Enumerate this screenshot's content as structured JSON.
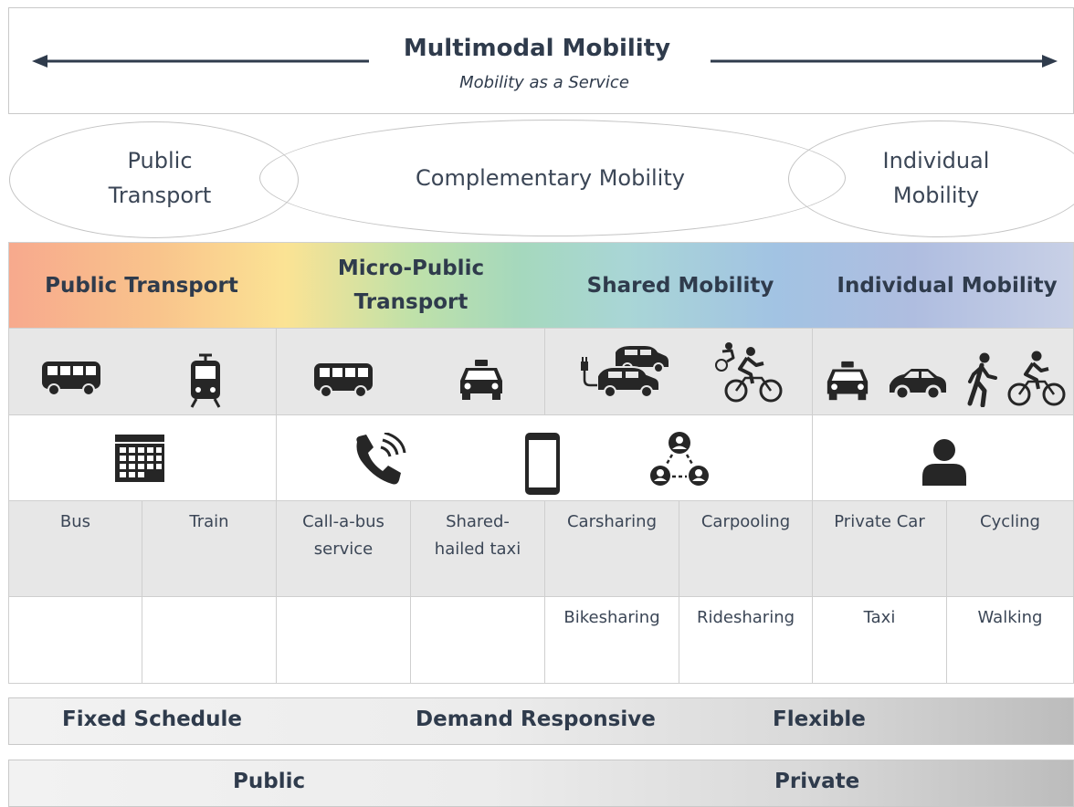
{
  "banner": {
    "title": "Multimodal Mobility",
    "subtitle": "Mobility as a Service"
  },
  "ellipses": {
    "public_transport": [
      "Public",
      "Transport"
    ],
    "complementary": "Complementary Mobility",
    "individual": [
      "Individual",
      "Mobility"
    ]
  },
  "categories": {
    "public_transport": "Public Transport",
    "micro_public": [
      "Micro-Public",
      "Transport"
    ],
    "shared": "Shared Mobility",
    "individual": "Individual Mobility"
  },
  "icons": {
    "row1": [
      "bus-icon",
      "tram-icon",
      "bus-icon",
      "taxi-icon",
      "electric-carsharing-icon",
      "bikesharing-icon",
      "taxi-icon",
      "car-icon",
      "walking-icon",
      "cycling-icon"
    ],
    "row2": [
      "calendar-icon",
      "phone-call-icon",
      "smartphone-icon",
      "network-people-icon",
      "person-icon"
    ]
  },
  "modes": {
    "row1": [
      [
        "Bus"
      ],
      [
        "Train"
      ],
      [
        "Call-a-bus",
        "service"
      ],
      [
        "Shared-",
        "hailed taxi"
      ],
      [
        "Carsharing"
      ],
      [
        "Carpooling"
      ],
      [
        "Private Car"
      ],
      [
        "Cycling"
      ]
    ],
    "row2": [
      [
        ""
      ],
      [
        ""
      ],
      [
        ""
      ],
      [
        ""
      ],
      [
        "Bikesharing"
      ],
      [
        "Ridesharing"
      ],
      [
        "Taxi"
      ],
      [
        "Walking"
      ]
    ]
  },
  "schedule": {
    "fixed": "Fixed Schedule",
    "demand": "Demand Responsive",
    "flexible": "Flexible"
  },
  "ownership": {
    "public": "Public",
    "private": "Private"
  },
  "colors": {
    "text": "#2f3b4c",
    "arrow": "#2f3b4c",
    "icon": "#262626"
  }
}
